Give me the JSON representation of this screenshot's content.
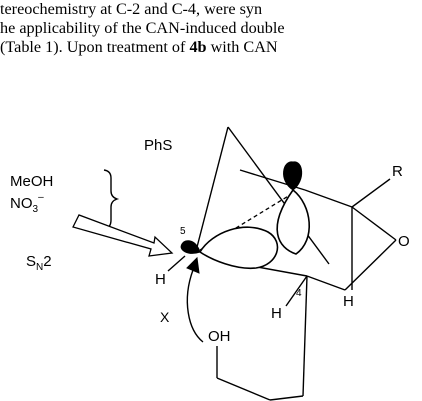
{
  "paragraph": {
    "line1": "tereochemistry at C-2 and C-4, were syn",
    "line2": "he applicability of the CAN-induced double",
    "line3_pre": "(Table 1). Upon treatment of ",
    "line3_bold": "4b",
    "line3_post": " with CAN"
  },
  "scheme": {
    "reagent_1": "MeOH",
    "reagent_2_base": "NO",
    "reagent_2_sub": "3",
    "reagent_2_sup": "–",
    "mechanism_base": "S",
    "mechanism_sub": "N",
    "mechanism_num": "2",
    "phs": "PhS",
    "r_group": "R",
    "oxygen": "O",
    "pos_5": "5",
    "pos_4": "4",
    "h_left": "H",
    "h_mid": "H",
    "h_right": "H",
    "x_label": "X",
    "oh": "OH"
  }
}
